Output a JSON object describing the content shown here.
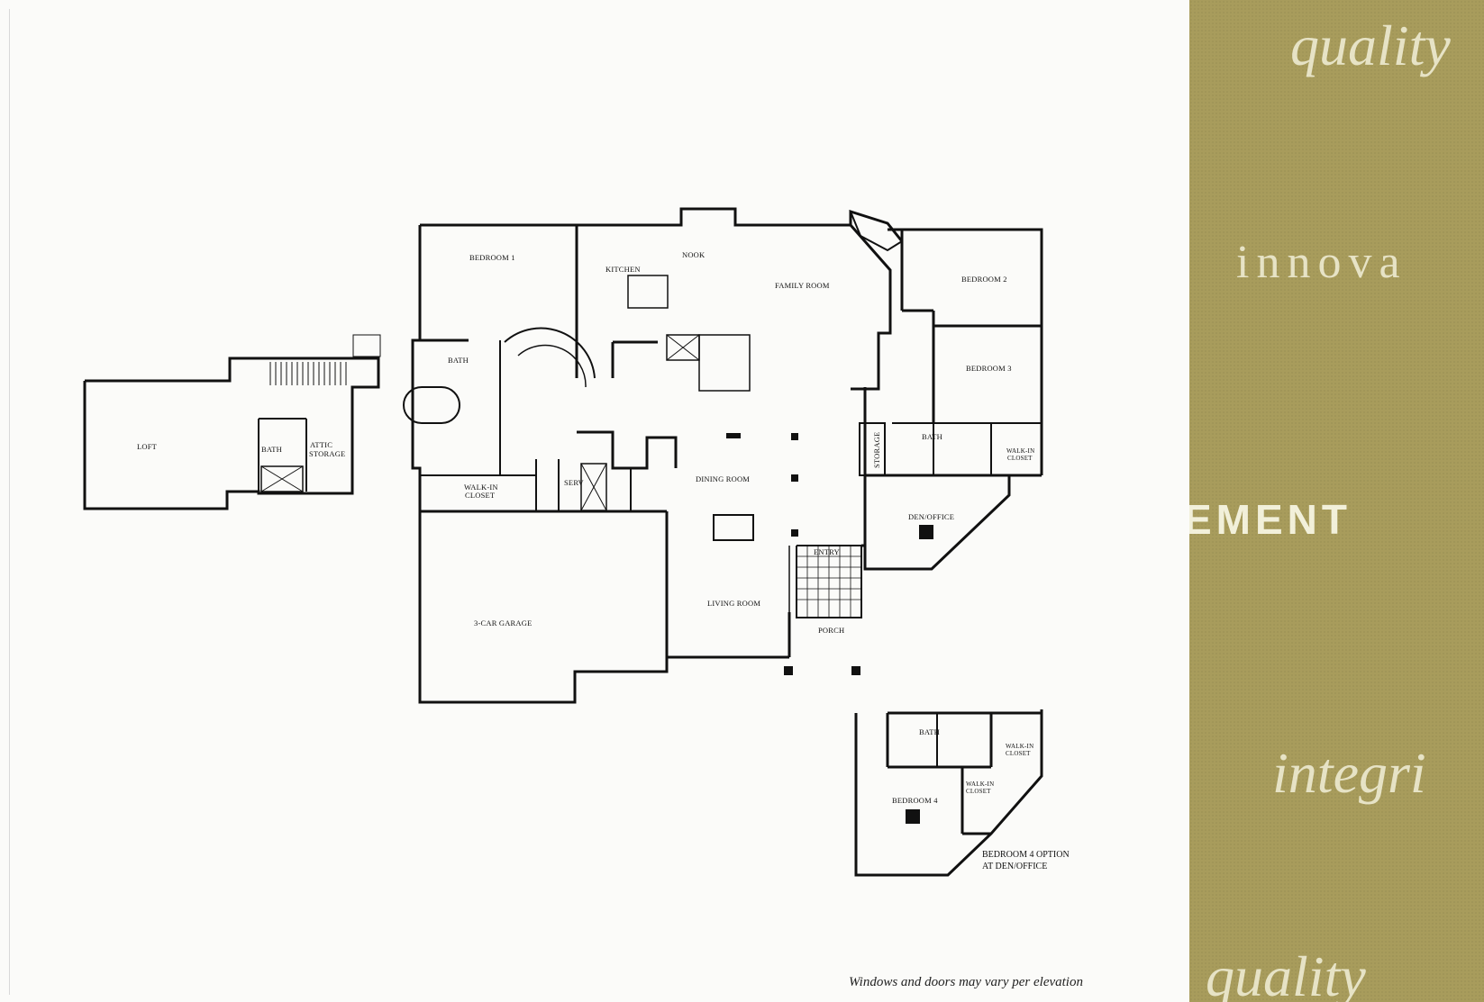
{
  "floor_plan": {
    "rooms": {
      "bedroom_1": "BEDROOM 1",
      "kitchen": "KITCHEN",
      "nook": "NOOK",
      "family_room": "FAMILY ROOM",
      "bedroom_2": "BEDROOM 2",
      "bedroom_3": "BEDROOM 3",
      "bath_master": "BATH",
      "bath_bed3": "BATH",
      "storage": "STORAGE",
      "walk_in_closet_bed3": [
        "WALK-IN",
        "CLOSET"
      ],
      "walk_in_closet_master": [
        "WALK-IN",
        "CLOSET"
      ],
      "serv": "SERV",
      "dining_room": "DINING ROOM",
      "den_office": "DEN/OFFICE",
      "entry": "ENTRY",
      "living_room": "LIVING ROOM",
      "garage": "3-CAR GARAGE",
      "porch": "PORCH"
    },
    "loft_plan": {
      "loft": "LOFT",
      "bath": "BATH",
      "attic_storage": [
        "ATTIC",
        "STORAGE"
      ]
    },
    "option_plan": {
      "bath": "BATH",
      "walk_in_closet_1": [
        "WALK-IN",
        "CLOSET"
      ],
      "walk_in_closet_2": [
        "WALK-IN",
        "CLOSET"
      ],
      "bedroom_4": "BEDROOM 4",
      "option_note": [
        "BEDROOM 4 OPTION",
        "AT DEN/OFFICE"
      ]
    }
  },
  "footnote": "Windows and doors may vary per elevation",
  "side_panel": {
    "background_color": "#a89c5c",
    "words": [
      "quality",
      "innova",
      "EMENT",
      "integri",
      "quality"
    ]
  }
}
